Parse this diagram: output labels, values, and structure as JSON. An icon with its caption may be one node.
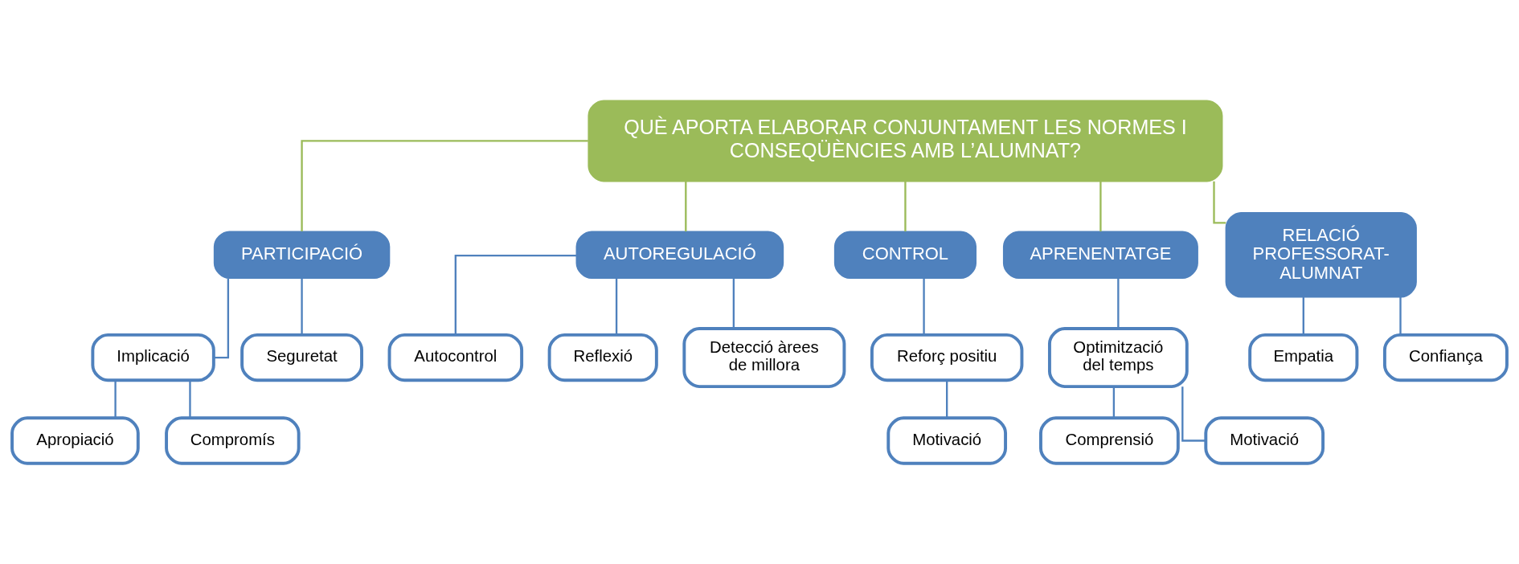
{
  "diagram": {
    "nodes": [
      {
        "text": [
          "QUÈ APORTA ELABORAR CONJUNTAMENT LES NORMES I CONSEQÜÈNCIES AMB L’ALUMNAT?"
        ]
      },
      {
        "text": [
          "PARTICIPACIÓ"
        ]
      },
      {
        "text": [
          "Implicació"
        ]
      },
      {
        "text": [
          "Apropiació"
        ]
      },
      {
        "text": [
          "Compromís"
        ]
      },
      {
        "text": [
          "Seguretat"
        ]
      },
      {
        "text": [
          "AUTOREGULACIÓ"
        ]
      },
      {
        "text": [
          "Autocontrol"
        ]
      },
      {
        "text": [
          "Reflexió"
        ]
      },
      {
        "text": [
          "Detecció àrees de millora"
        ]
      },
      {
        "text": [
          "CONTROL"
        ]
      },
      {
        "text": [
          "Reforç positiu"
        ]
      },
      {
        "text": [
          "Motivació"
        ]
      },
      {
        "text": [
          "APRENENTATGE"
        ]
      },
      {
        "text": [
          "Optimització del temps"
        ]
      },
      {
        "text": [
          "Comprensió"
        ]
      },
      {
        "text": [
          "Motivació"
        ]
      },
      {
        "text": [
          "RELACIÓ PROFESSORAT-ALUMNAT"
        ]
      },
      {
        "text": [
          "Empatia"
        ]
      },
      {
        "text": [
          "Confiança"
        ]
      }
    ],
    "edges": [
      {
        "from": 0,
        "to": 1,
        "arrow": "none",
        "color": "#9bbb59"
      },
      {
        "from": 0,
        "to": 6,
        "arrow": "none",
        "color": "#9bbb59"
      },
      {
        "from": 0,
        "to": 10,
        "arrow": "none",
        "color": "#9bbb59"
      },
      {
        "from": 0,
        "to": 13,
        "arrow": "none",
        "color": "#9bbb59"
      },
      {
        "from": 0,
        "to": 17,
        "arrow": "none",
        "color": "#9bbb59"
      },
      {
        "from": 1,
        "to": 2,
        "arrow": "none"
      },
      {
        "from": 2,
        "to": 3,
        "arrow": "none"
      },
      {
        "from": 2,
        "to": 4,
        "arrow": "none"
      },
      {
        "from": 1,
        "to": 5,
        "arrow": "none"
      },
      {
        "from": 6,
        "to": 7,
        "arrow": "none"
      },
      {
        "from": 6,
        "to": 8,
        "arrow": "none"
      },
      {
        "from": 6,
        "to": 9,
        "arrow": "none"
      },
      {
        "from": 10,
        "to": 11,
        "arrow": "none"
      },
      {
        "from": 11,
        "to": 12,
        "arrow": "none"
      },
      {
        "from": 13,
        "to": 14,
        "arrow": "none"
      },
      {
        "from": 14,
        "to": 15,
        "arrow": "none"
      },
      {
        "from": 14,
        "to": 16,
        "arrow": "none"
      },
      {
        "from": 17,
        "to": 18,
        "arrow": "none"
      },
      {
        "from": 17,
        "to": 19,
        "arrow": "none"
      }
    ]
  }
}
